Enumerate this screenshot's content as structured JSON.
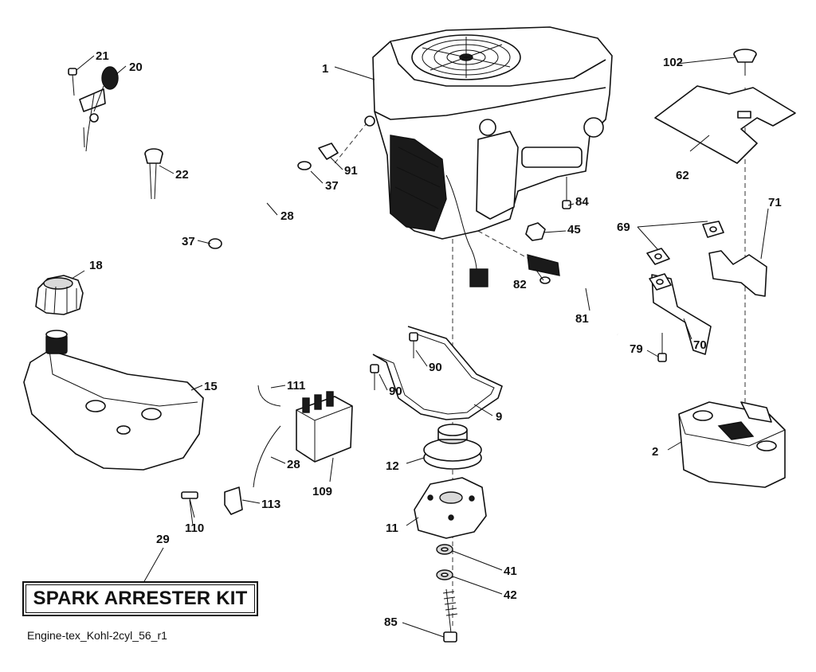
{
  "callouts": {
    "c1": "1",
    "c2": "2",
    "c9": "9",
    "c11": "11",
    "c12": "12",
    "c15": "15",
    "c18": "18",
    "c20": "20",
    "c21": "21",
    "c22": "22",
    "c28a": "28",
    "c28b": "28",
    "c29": "29",
    "c37a": "37",
    "c37b": "37",
    "c41": "41",
    "c42": "42",
    "c45": "45",
    "c62": "62",
    "c69": "69",
    "c70": "70",
    "c71": "71",
    "c79": "79",
    "c81": "81",
    "c82": "82",
    "c84": "84",
    "c85": "85",
    "c90a": "90",
    "c90b": "90",
    "c91": "91",
    "c102": "102",
    "c109": "109",
    "c110": "110",
    "c111": "111",
    "c113": "113"
  },
  "kit_label": "SPARK ARRESTER KIT",
  "file_reference": "Engine-tex_Kohl-2cyl_56_r1",
  "icons": {
    "engine": "engine-icon",
    "muffler": "muffler-icon",
    "fuel_tank": "fuel-tank-icon",
    "fuel_cap": "fuel-cap-icon",
    "clutch": "electric-clutch-icon",
    "pulley": "pulley-icon",
    "fuel_filter": "fuel-filter-icon"
  }
}
